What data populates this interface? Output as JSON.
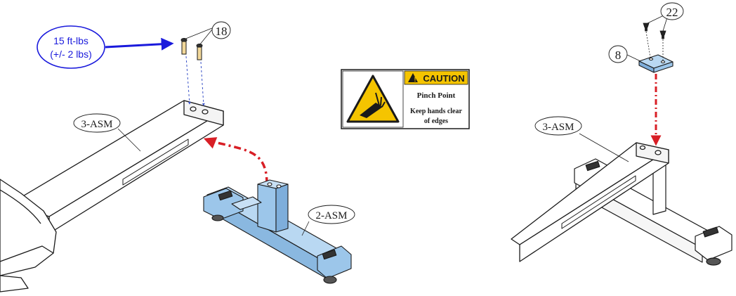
{
  "torque_callout": {
    "line1": "15 ft-lbs",
    "line2": "(+/- 2 lbs)",
    "color": "#1a1adc"
  },
  "caution_label": {
    "header": "CAUTION",
    "title": "Pinch Point",
    "line1": "Keep hands clear",
    "line2": "of edges",
    "header_color": "#f5c400",
    "icon": "pinch-hazard-icon"
  },
  "left_view": {
    "bolt_callout": "18",
    "main_part": "3-ASM",
    "base_part": "2-ASM"
  },
  "right_view": {
    "screw_callout": "22",
    "plate_callout": "8",
    "main_part": "3-ASM"
  },
  "colors": {
    "line_art": "#1a1a1a",
    "base_fill": "#9cc6ea",
    "plate_fill": "#8fb8de",
    "red_path": "#d81f26",
    "dash_blue": "#3a52c8"
  }
}
